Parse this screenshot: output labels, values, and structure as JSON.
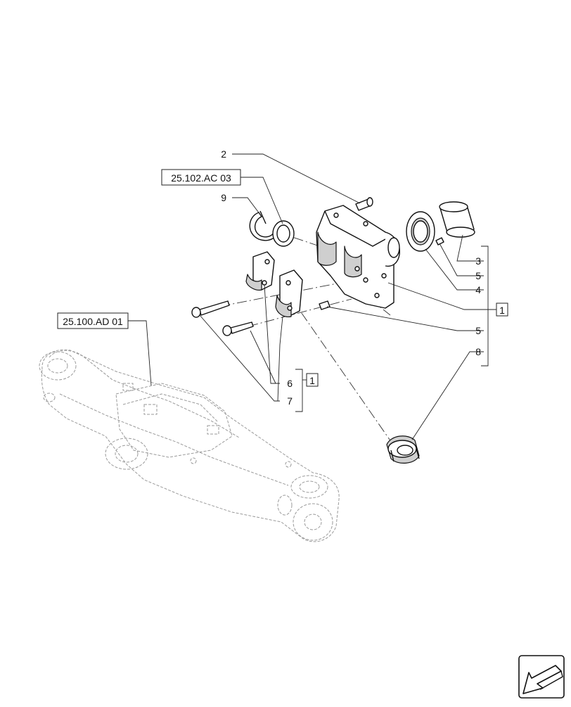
{
  "reference_codes": [
    "25.102.AC 03",
    "25.100.AD 01"
  ],
  "callouts": [
    "2",
    "9",
    "3",
    "5",
    "4",
    "1",
    "5",
    "8",
    "6",
    "1",
    "7"
  ],
  "nav_icon": "next-page-arrow-icon"
}
